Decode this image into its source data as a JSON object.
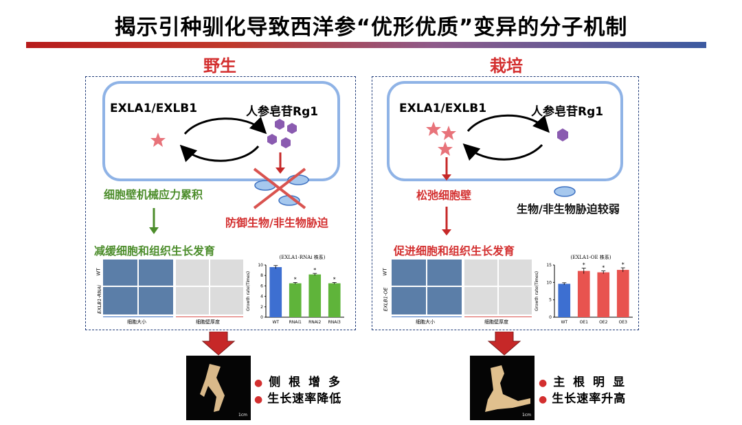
{
  "title": "揭示引种驯化导致西洋参“优形优质”变异的分子机制",
  "wild": {
    "label": "野生",
    "gene": "EXLA1/EXLB1",
    "ginsenoside": "人参皂苷Rg1",
    "cell_wall_stress": "细胞壁机械应力累积",
    "defense": "防御生物/非生物胁迫",
    "result": "减缓细胞和组织生长发育",
    "micro_row_labels": [
      "WT",
      "EXLB1-RNAi"
    ],
    "micro_caption_left": "细胞大小",
    "micro_caption_right": "细胞壁厚度",
    "chart_title": "(EXLA1-RNAi 株系)",
    "bullets": [
      "侧 根 增 多",
      "生长速率降低"
    ],
    "scale": "1cm"
  },
  "cultivated": {
    "label": "栽培",
    "gene": "EXLA1/EXLB1",
    "ginsenoside": "人参皂苷Rg1",
    "loosen": "松弛细胞壁",
    "stress_weak": "生物/非生物胁迫较弱",
    "result": "促进细胞和组织生长发育",
    "micro_row_labels": [
      "WT",
      "EXLB1-OE"
    ],
    "micro_caption_left": "细胞大小",
    "micro_caption_right": "细胞壁厚度",
    "chart_title": "(EXLA1-OE 株系)",
    "bullets": [
      "主 根 明 显",
      "生长速率升高"
    ],
    "scale": "1cm"
  },
  "colors": {
    "wt_bar": "#3d6fd1",
    "rnai_bar": "#5fb43a",
    "oe_bar": "#e8534f",
    "accent_red": "#d32f2f",
    "accent_green": "#4c8d2b"
  },
  "chart_data": [
    {
      "type": "bar",
      "title": "(EXLA1-RNAi 株系)",
      "categories": [
        "WT",
        "RNAi1",
        "RNAi2",
        "RNAi3"
      ],
      "values": [
        9.6,
        6.5,
        8.2,
        6.5
      ],
      "errors": [
        0.3,
        0.15,
        0.2,
        0.15
      ],
      "significance": [
        "",
        "*",
        "*",
        "*"
      ],
      "ylabel": "Growth rate(Times)",
      "yticks": [
        0,
        2,
        4,
        6,
        8,
        10
      ],
      "ylim": [
        0,
        10
      ]
    },
    {
      "type": "bar",
      "title": "(EXLA1-OE 株系)",
      "categories": [
        "WT",
        "OE1",
        "OE2",
        "OE3"
      ],
      "values": [
        9.6,
        13.3,
        12.9,
        13.6
      ],
      "errors": [
        0.3,
        0.8,
        0.4,
        0.6
      ],
      "significance": [
        "",
        "*",
        "*",
        "*"
      ],
      "ylabel": "Growth rate(Times)",
      "yticks": [
        0,
        5,
        10,
        15
      ],
      "ylim": [
        0,
        15
      ]
    }
  ]
}
